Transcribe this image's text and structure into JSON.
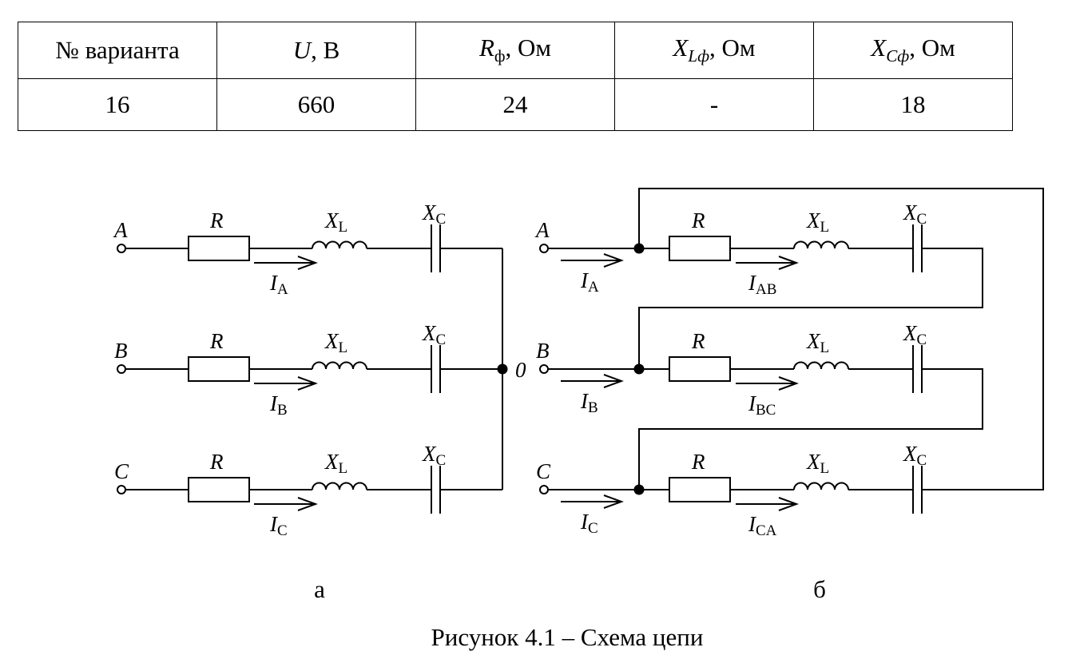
{
  "table": {
    "headers": [
      {
        "main": "№ варианта",
        "sub": "",
        "unit": ""
      },
      {
        "main": "U",
        "sub": "",
        "unit": ", В"
      },
      {
        "main": "R",
        "sub": "ф",
        "unit": ", Ом"
      },
      {
        "main": "X",
        "sub": "Lф",
        "unit": ", Ом"
      },
      {
        "main": "X",
        "sub": "Cф",
        "unit": ", Ом"
      }
    ],
    "values": [
      "16",
      "660",
      "24",
      "-",
      "18"
    ]
  },
  "diagram": {
    "phases": [
      "A",
      "B",
      "C"
    ],
    "neutral_label": "0",
    "element_labels": {
      "r": "R",
      "xl_main": "X",
      "xl_sub": "L",
      "xc_main": "X",
      "xc_sub": "C"
    },
    "current_main": "I",
    "line_currents": [
      "A",
      "B",
      "C"
    ],
    "phase_currents": [
      "AB",
      "BC",
      "CA"
    ],
    "subfig_a": "а",
    "subfig_b": "б"
  },
  "caption": "Рисунок 4.1 – Схема цепи"
}
